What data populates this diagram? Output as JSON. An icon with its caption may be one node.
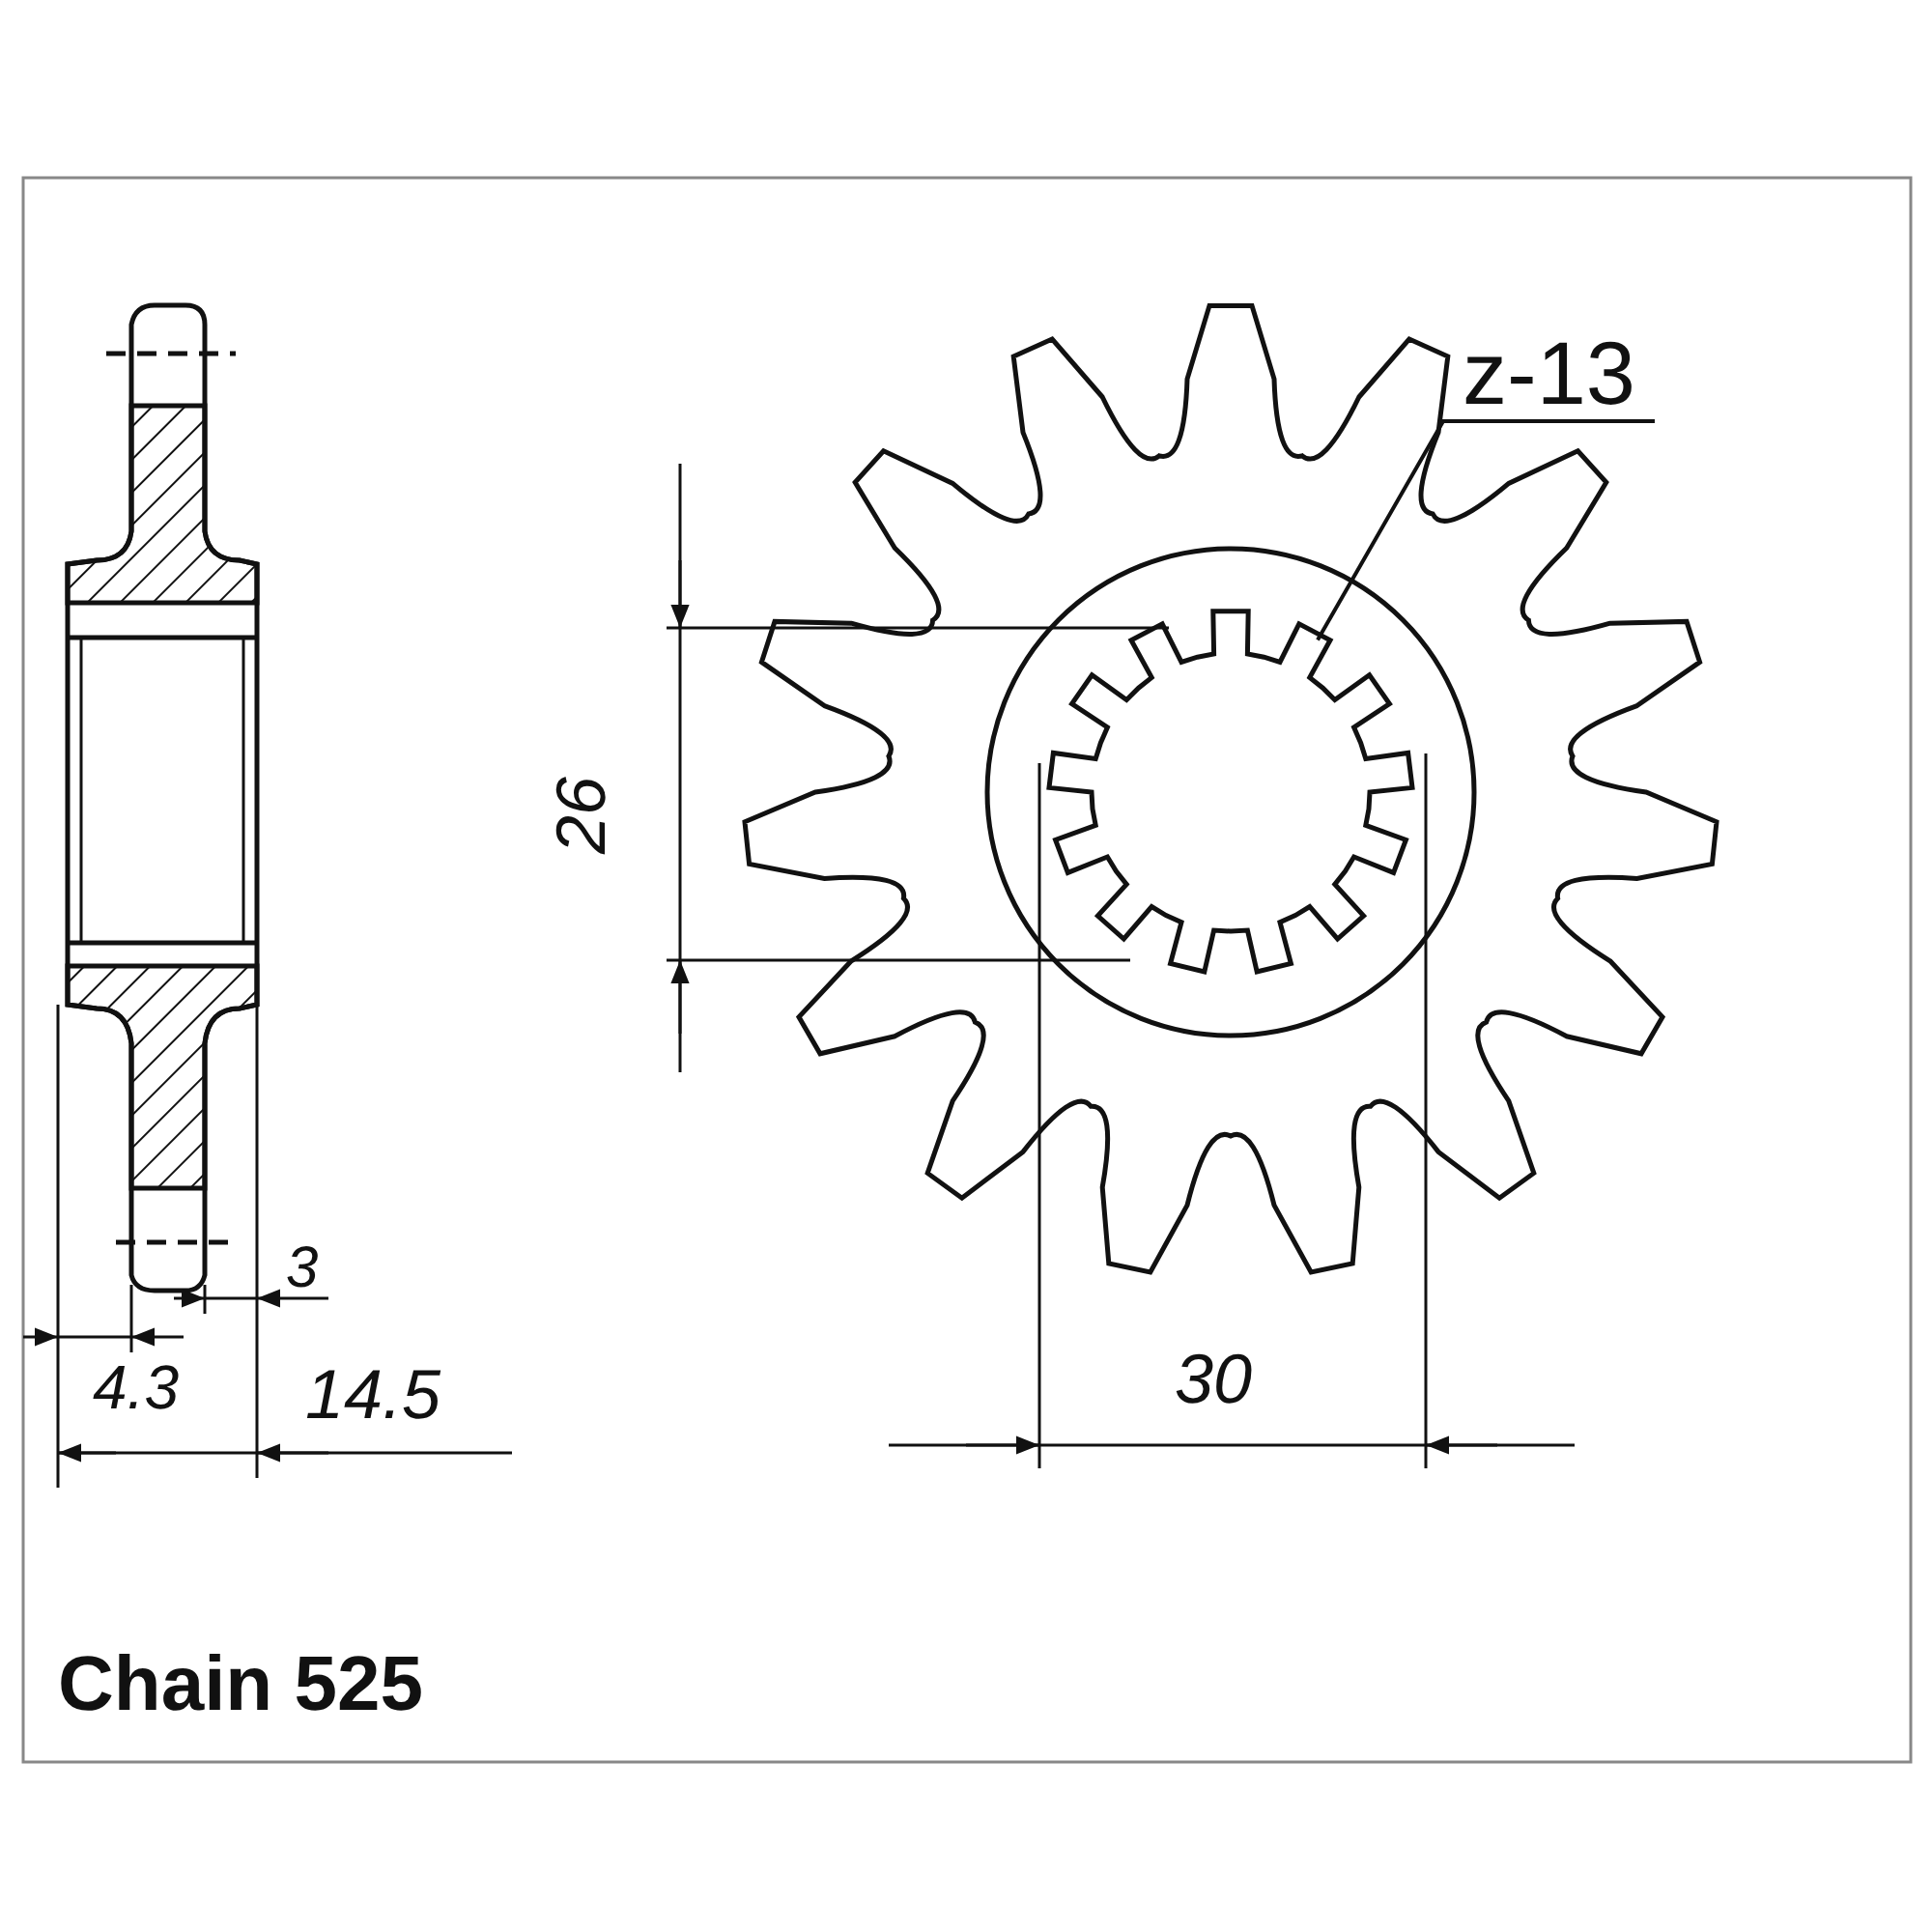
{
  "diagram": {
    "nodes": [
      {
        "text": [
          "z-13"
        ]
      },
      {
        "text": [],
        "shape": "picture"
      }
    ],
    "edges": [
      {
        "from": 0,
        "to": 1,
        "arrow": "none"
      }
    ],
    "labels": [
      "26",
      "3",
      "4.3",
      "14.5",
      "30",
      "Chain 525"
    ]
  }
}
